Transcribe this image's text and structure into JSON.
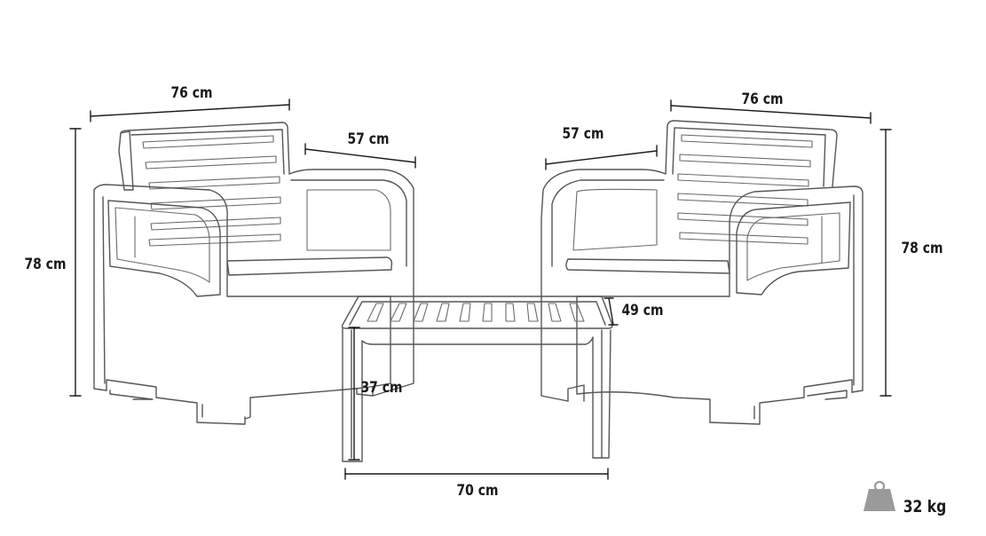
{
  "dimensions": {
    "left_chair_width": "76 cm",
    "left_chair_depth": "57 cm",
    "left_chair_height": "78 cm",
    "right_chair_width": "76 cm",
    "right_chair_depth": "57 cm",
    "right_chair_height": "78 cm",
    "table_depth": "49 cm",
    "table_height": "37 cm",
    "table_width": "70 cm"
  },
  "weight": {
    "label": "32 kg",
    "icon": "weight-icon"
  },
  "colors": {
    "outline": "#555555",
    "dimension_line": "#1a1a1a",
    "weight_icon": "#9a9a9a"
  }
}
